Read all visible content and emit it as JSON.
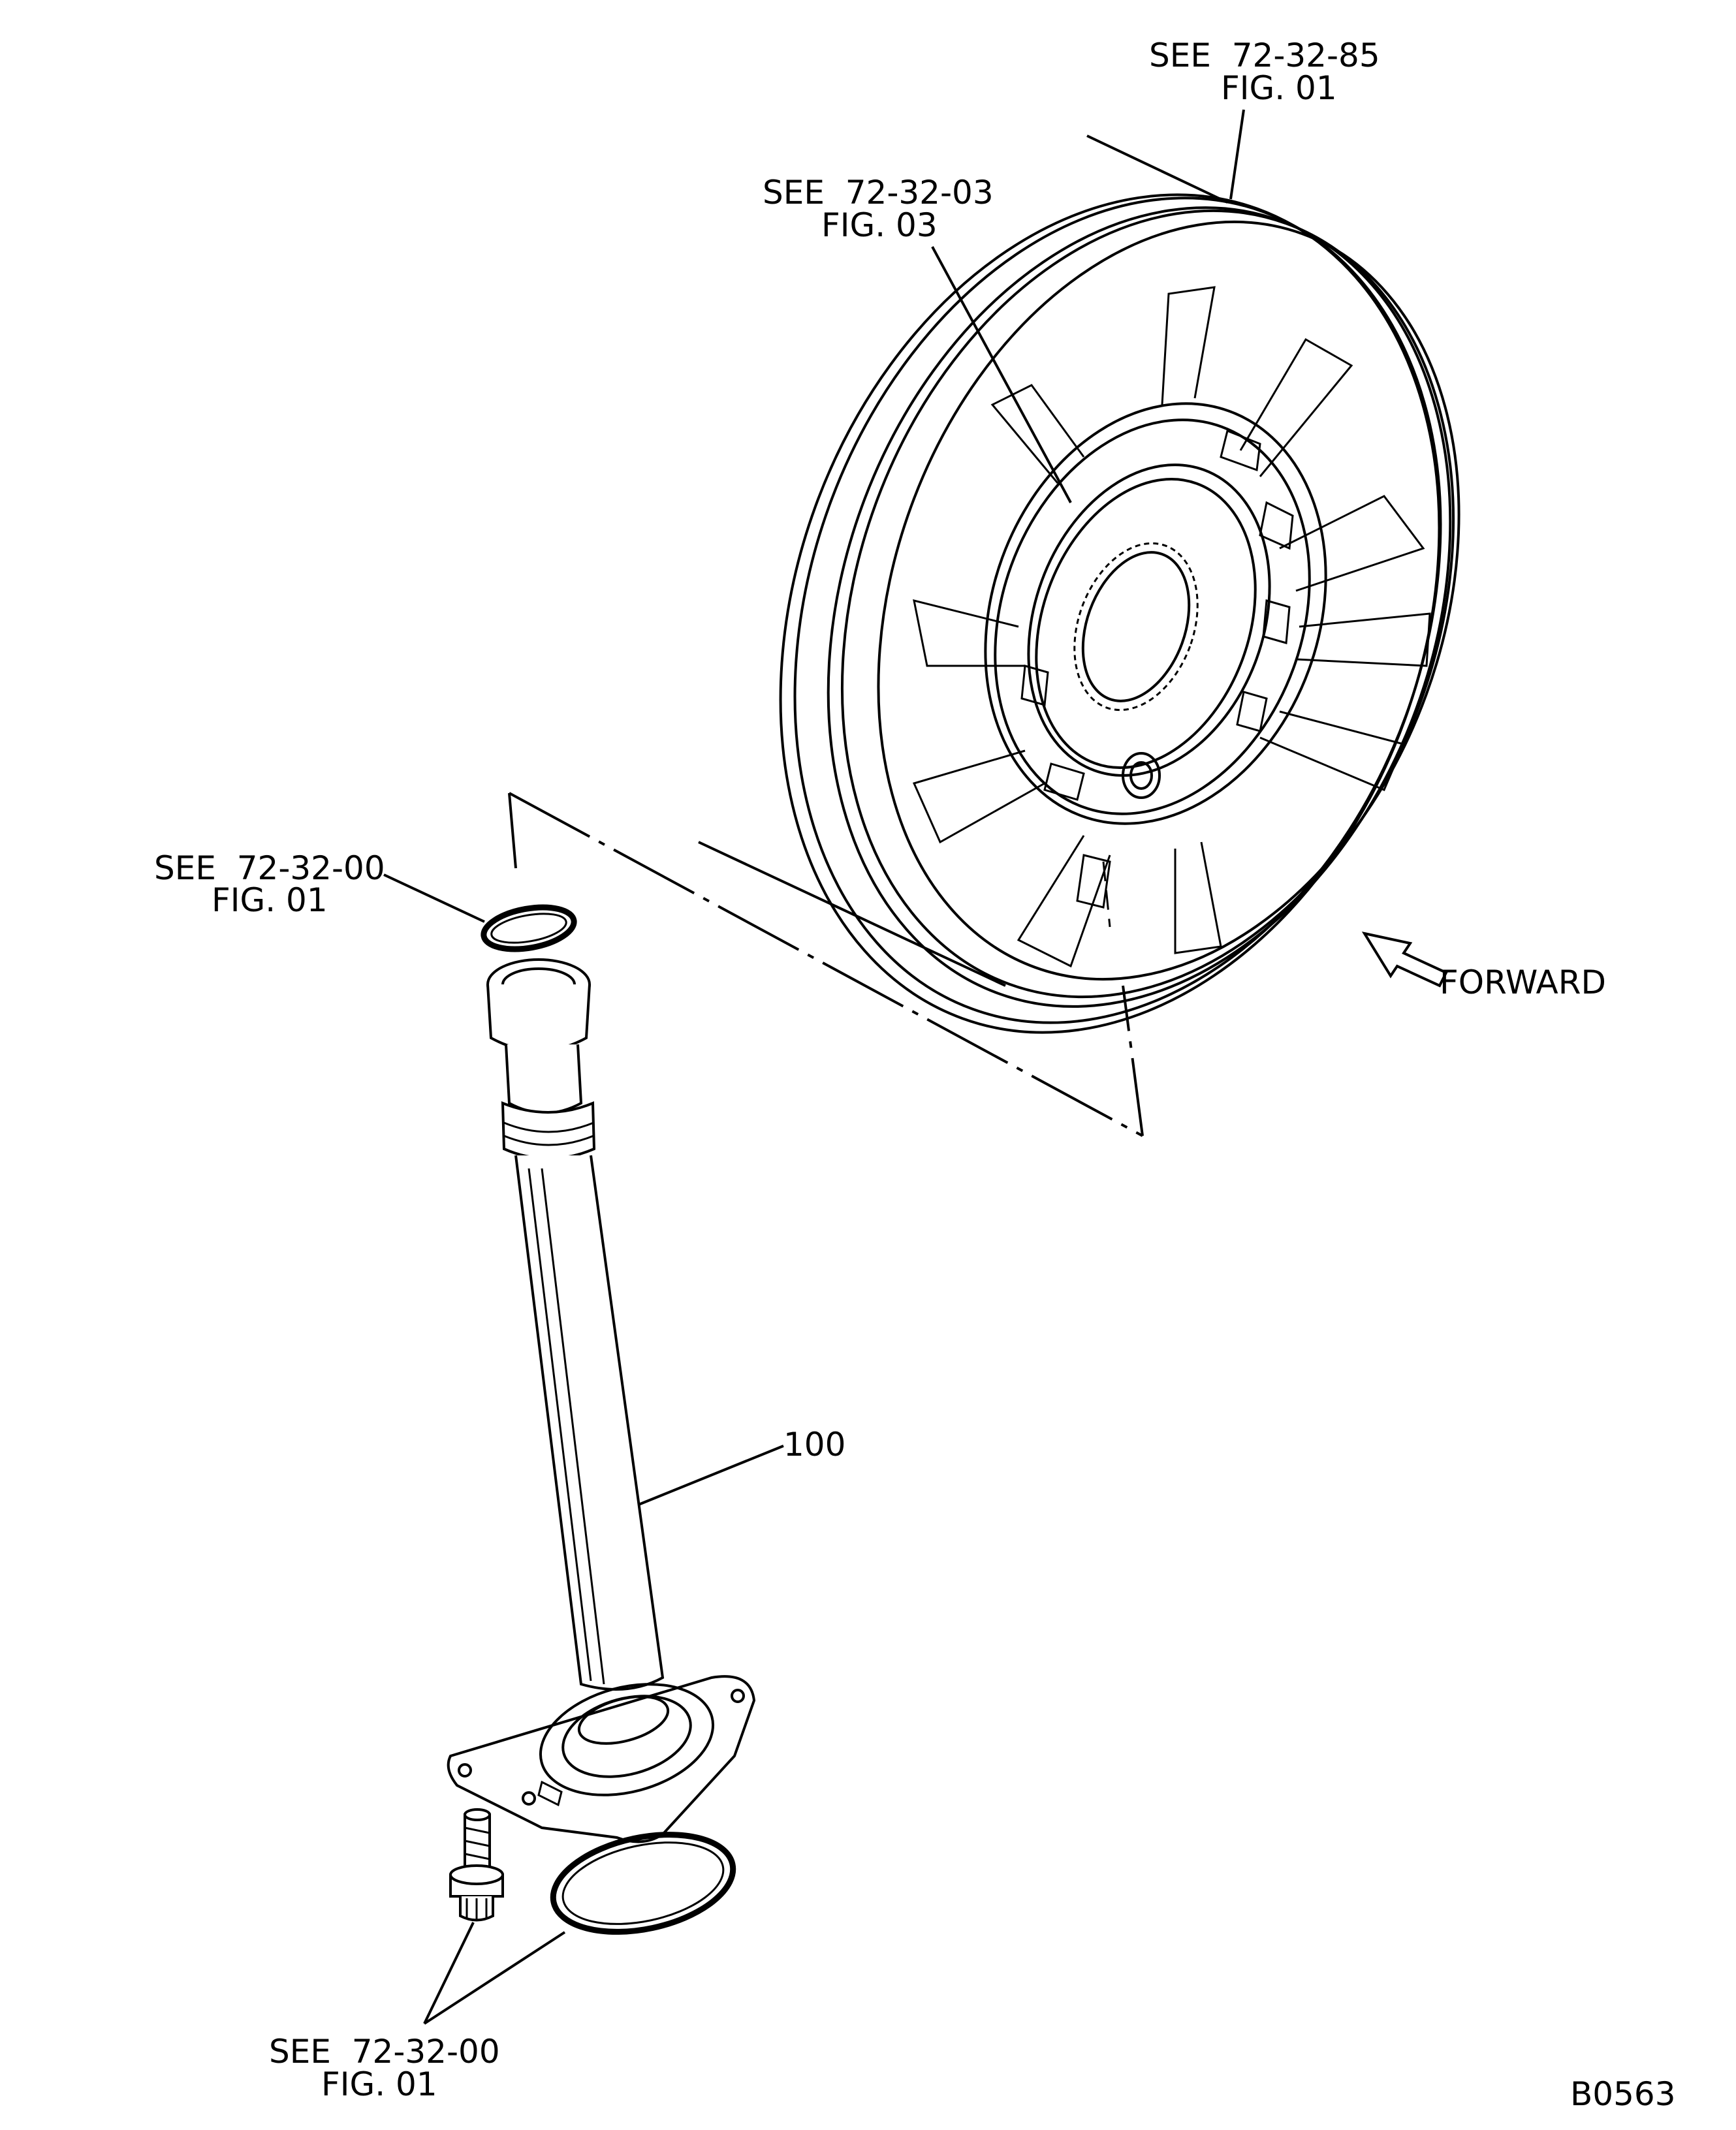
{
  "callouts": {
    "top_ref": {
      "line1": "SEE  72-32-85",
      "line2": "FIG. 01"
    },
    "wheel_ref": {
      "line1": "SEE  72-32-03",
      "line2": "FIG. 03"
    },
    "seal_ref": {
      "line1": "SEE  72-32-00",
      "line2": "FIG. 01"
    },
    "bottom_ref": {
      "line1": "SEE  72-32-00",
      "line2": "FIG. 01"
    },
    "part_number": "100",
    "direction": "FORWARD"
  },
  "figure_id": "B0563"
}
